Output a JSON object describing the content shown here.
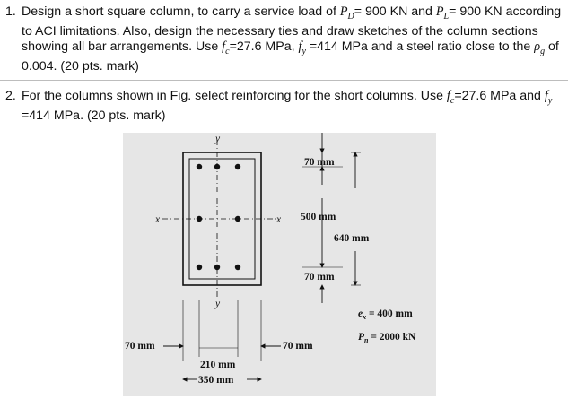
{
  "q1": {
    "number": "1.",
    "t1": "Design a short square column, to carry a service load of ",
    "pd_sym": "P",
    "pd_sub": "D",
    "t2": "= 900 KN and ",
    "pl_sym": "P",
    "pl_sub": "L",
    "t3": "= 900 KN according to ACI limitations. Also, design the necessary ties and draw sketches of the column sections showing all bar arrangements. Use ",
    "fc_sym": "f",
    "fc_sub": "c",
    "t4": "=27.6 MPa, ",
    "fy_sym": "f",
    "fy_sub": "y",
    "t5": " =414 MPa and a steel ratio close to the ",
    "rho_sym": "ρ",
    "rho_sub": "g",
    "t6": " of 0.004. (20 pts. mark)"
  },
  "q2": {
    "number": "2.",
    "t1": "For the columns shown in Fig. select reinforcing for the short columns. Use ",
    "fc_sym": "f",
    "fc_sub": "c",
    "t2": "=27.6 MPa and ",
    "fy_sym": "f",
    "fy_sub": "y",
    "t3": " =414 MPa. (20 pts. mark)"
  },
  "figure": {
    "axis_y_top": "y",
    "axis_y_bottom": "y",
    "axis_x_left": "x",
    "axis_x_right": "x",
    "dim_top_cover": "70 mm",
    "dim_bottom_cover": "70 mm",
    "dim_500": "500 mm",
    "dim_640": "640 mm",
    "dim_left_cover": "70 mm",
    "dim_right_cover": "70 mm",
    "dim_210": "210 mm",
    "dim_350": "350 mm",
    "ex_label": "e",
    "ex_sub": "x",
    "ex_value": " = 400 mm",
    "pn_label": "P",
    "pn_sub": "n",
    "pn_value": " = 2000 kN",
    "colors": {
      "background": "#e6e6e6",
      "ink": "#111111"
    }
  }
}
